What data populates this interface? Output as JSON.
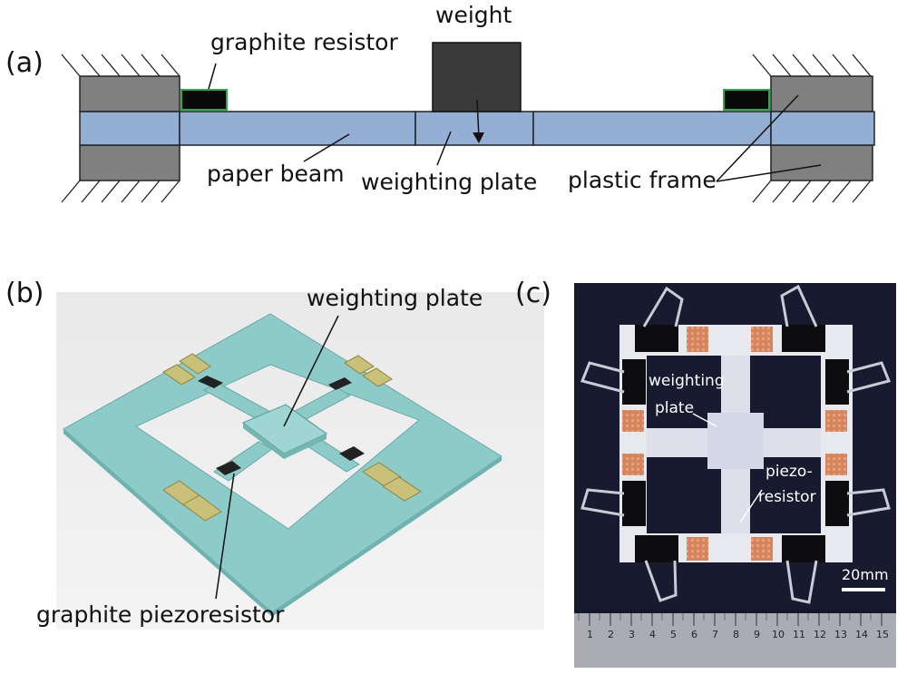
{
  "panel_a": {
    "tag": "(a)",
    "labels": {
      "weight": "weight",
      "graphite_resistor": "graphite resistor",
      "paper_beam": "paper beam",
      "weighting_plate": "weighting plate",
      "plastic_frame": "plastic frame"
    }
  },
  "panel_b": {
    "tag": "(b)",
    "labels": {
      "weighting_plate": "weighting plate",
      "graphite_piezoresistor": "graphite piezoresistor"
    }
  },
  "panel_c": {
    "tag": "(c)",
    "labels": {
      "weighting_plate_line1": "weighting",
      "weighting_plate_line2": "plate",
      "piezoresistor_line1": "piezo-",
      "piezoresistor_line2": "resistor",
      "scale_bar": "20mm"
    },
    "ruler_numbers": [
      "1",
      "2",
      "3",
      "4",
      "5",
      "6",
      "7",
      "8",
      "9",
      "10",
      "11",
      "12",
      "13",
      "14",
      "15"
    ]
  },
  "colors": {
    "beam": "#94afd4",
    "clamp": "#808080",
    "weight": "#3a3a3a",
    "resistor": "#0a0a0a",
    "resistor_edge": "#2aa84a",
    "board": "#8ccbc8",
    "pad": "#c9c07a",
    "photo_bg": "#15172a",
    "copper": "#d6845c"
  }
}
